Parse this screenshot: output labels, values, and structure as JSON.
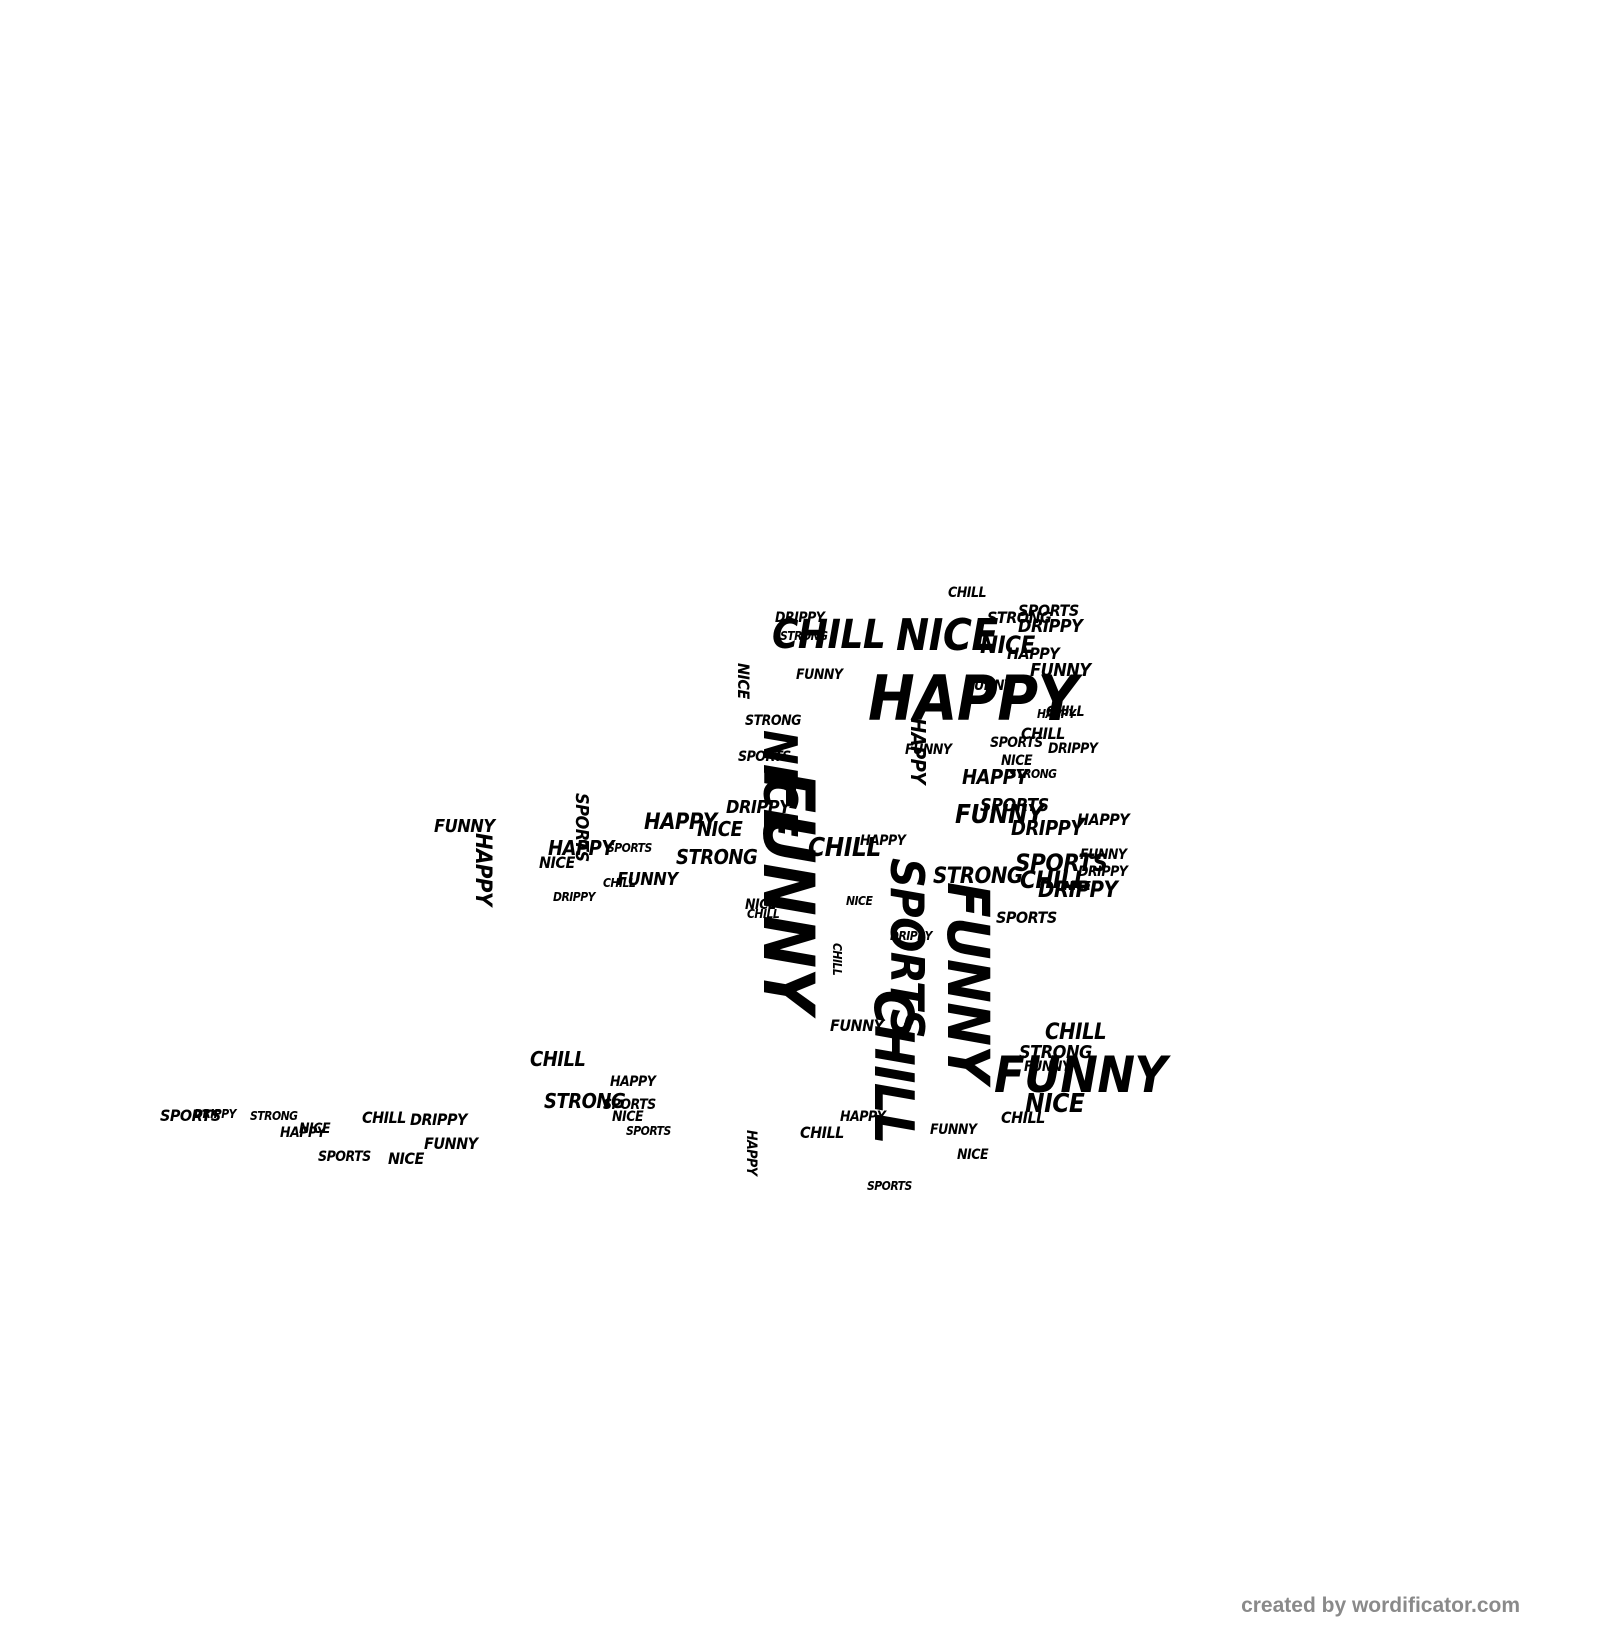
{
  "colors": {
    "background": "#ffffff",
    "ink": "#000000",
    "credit": "#8a8a8a"
  },
  "credit": "created by wordificator.com",
  "vocabulary": [
    "HAPPY",
    "FUNNY",
    "CHILL",
    "NICE",
    "SPORTS",
    "STRONG",
    "DRIPPY"
  ],
  "words": [
    "HAPPY",
    "NICE",
    "CHILL",
    "FUNNY",
    "NICE",
    "FUNNY",
    "SPORTS",
    "CHILL",
    "FUNNY",
    "CHILL",
    "CHILL",
    "NICE",
    "DRIPPY",
    "HAPPY",
    "SPORTS",
    "STRONG",
    "FUNNY",
    "HAPPY",
    "NICE",
    "SPORTS",
    "DRIPPY",
    "FUNNY",
    "CHILL",
    "STRONG",
    "SPORTS",
    "CHILL",
    "FUNNY",
    "HAPPY",
    "FUNNY",
    "HAPPY",
    "NICE",
    "STRONG",
    "DRIPPY",
    "HAPPY",
    "FUNNY",
    "CHILL",
    "STRONG",
    "SPORTS",
    "CHILL",
    "DRIPPY",
    "HAPPY",
    "NICE",
    "FUNNY",
    "SPORTS",
    "DRIPPY",
    "CHILL",
    "SPORTS",
    "DRIPPY",
    "SPORTS",
    "CHILL",
    "NICE",
    "HAPPY",
    "SPORTS",
    "NICE",
    "DRIPPY",
    "FUNNY",
    "CHILL",
    "STRONG",
    "SPORTS",
    "HAPPY",
    "NICE",
    "SPORTS",
    "DRIPPY",
    "STRONG",
    "HAPPY",
    "FUNNY",
    "DRIPPY",
    "NICE",
    "SPORTS",
    "CHILL",
    "HAPPY",
    "NICE",
    "STRONG",
    "FUNNY",
    "DRIPPY",
    "CHILL",
    "NICE",
    "HAPPY",
    "FUNNY",
    "CHILL",
    "HAPPY",
    "STRONG",
    "SPORTS",
    "NICE",
    "CHILL",
    "FUNNY",
    "NICE",
    "STRONG",
    "DRIPPY",
    "HAPPY",
    "SPORTS",
    "NICE",
    "FUNNY"
  ]
}
